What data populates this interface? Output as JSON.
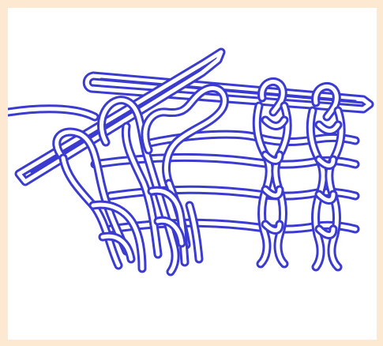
{
  "page": {
    "background_color": "#fde8d1",
    "panel_color": "#ffffff"
  },
  "illustration": {
    "subject": "knitting-stitches-with-needles",
    "ink_color": "#3b3bd0",
    "fill_color": "#ffffff",
    "needle_count": 2,
    "stitch_column_count": 4,
    "row_count": 4
  }
}
